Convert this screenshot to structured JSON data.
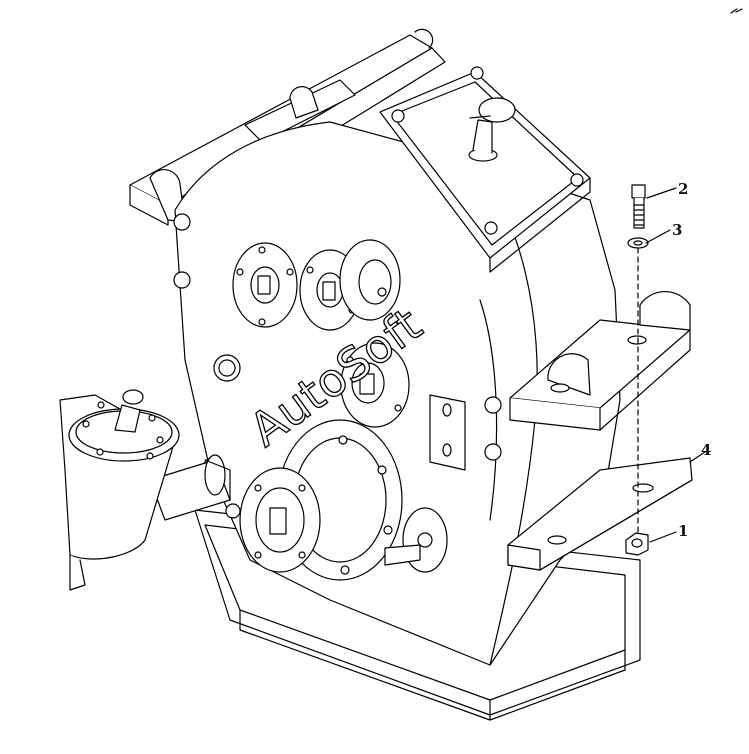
{
  "diagram": {
    "watermark": "AutoSoft",
    "colors": {
      "stroke": "#000000",
      "fill": "#ffffff"
    },
    "callouts": [
      {
        "number": "1"
      },
      {
        "number": "2"
      },
      {
        "number": "3"
      },
      {
        "number": "4"
      }
    ]
  }
}
